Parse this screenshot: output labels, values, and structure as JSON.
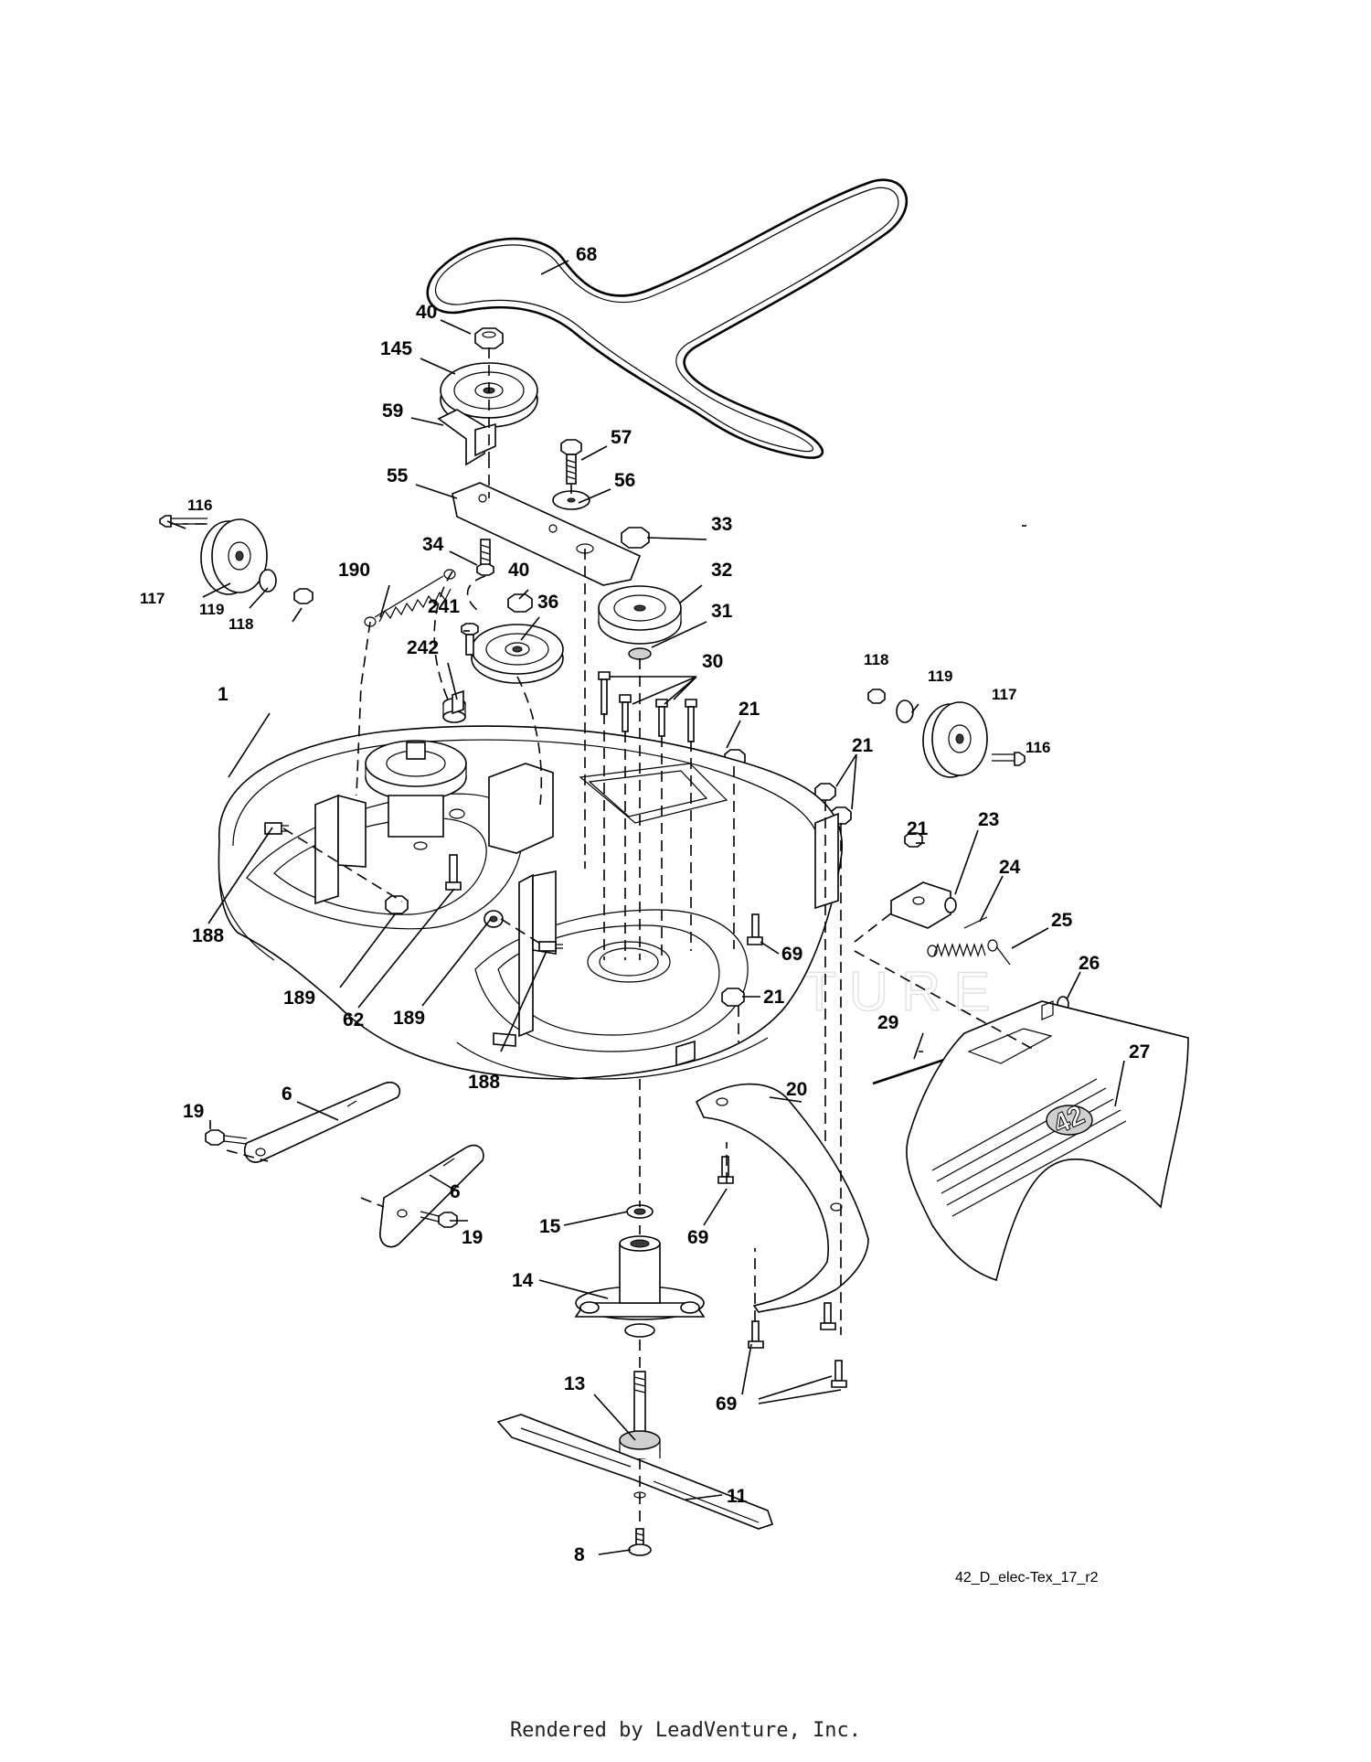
{
  "diagram": {
    "code": "42_D_elec-Tex_17_r2",
    "watermark": "LEADVENTURE",
    "deck_size_label": "42",
    "callouts": {
      "c1": "1",
      "c6a": "6",
      "c6b": "6",
      "c8": "8",
      "c11": "11",
      "c13": "13",
      "c14": "14",
      "c15": "15",
      "c19a": "19",
      "c19b": "19",
      "c20": "20",
      "c21a": "21",
      "c21b": "21",
      "c21c": "21",
      "c21d": "21",
      "c23": "23",
      "c24": "24",
      "c25": "25",
      "c26": "26",
      "c27": "27",
      "c29": "29",
      "c30": "30",
      "c31": "31",
      "c32": "32",
      "c33": "33",
      "c34": "34",
      "c36": "36",
      "c40a": "40",
      "c40b": "40",
      "c55": "55",
      "c56": "56",
      "c57": "57",
      "c59": "59",
      "c62": "62",
      "c68": "68",
      "c69a": "69",
      "c69b": "69",
      "c69c": "69",
      "c116a": "116",
      "c116b": "116",
      "c117a": "117",
      "c117b": "117",
      "c118a": "118",
      "c118b": "118",
      "c119a": "119",
      "c119b": "119",
      "c145": "145",
      "c188a": "188",
      "c188b": "188",
      "c189a": "189",
      "c189b": "189",
      "c190": "190",
      "c241": "241",
      "c242": "242"
    }
  },
  "footer": {
    "text": "Rendered by LeadVenture, Inc."
  }
}
